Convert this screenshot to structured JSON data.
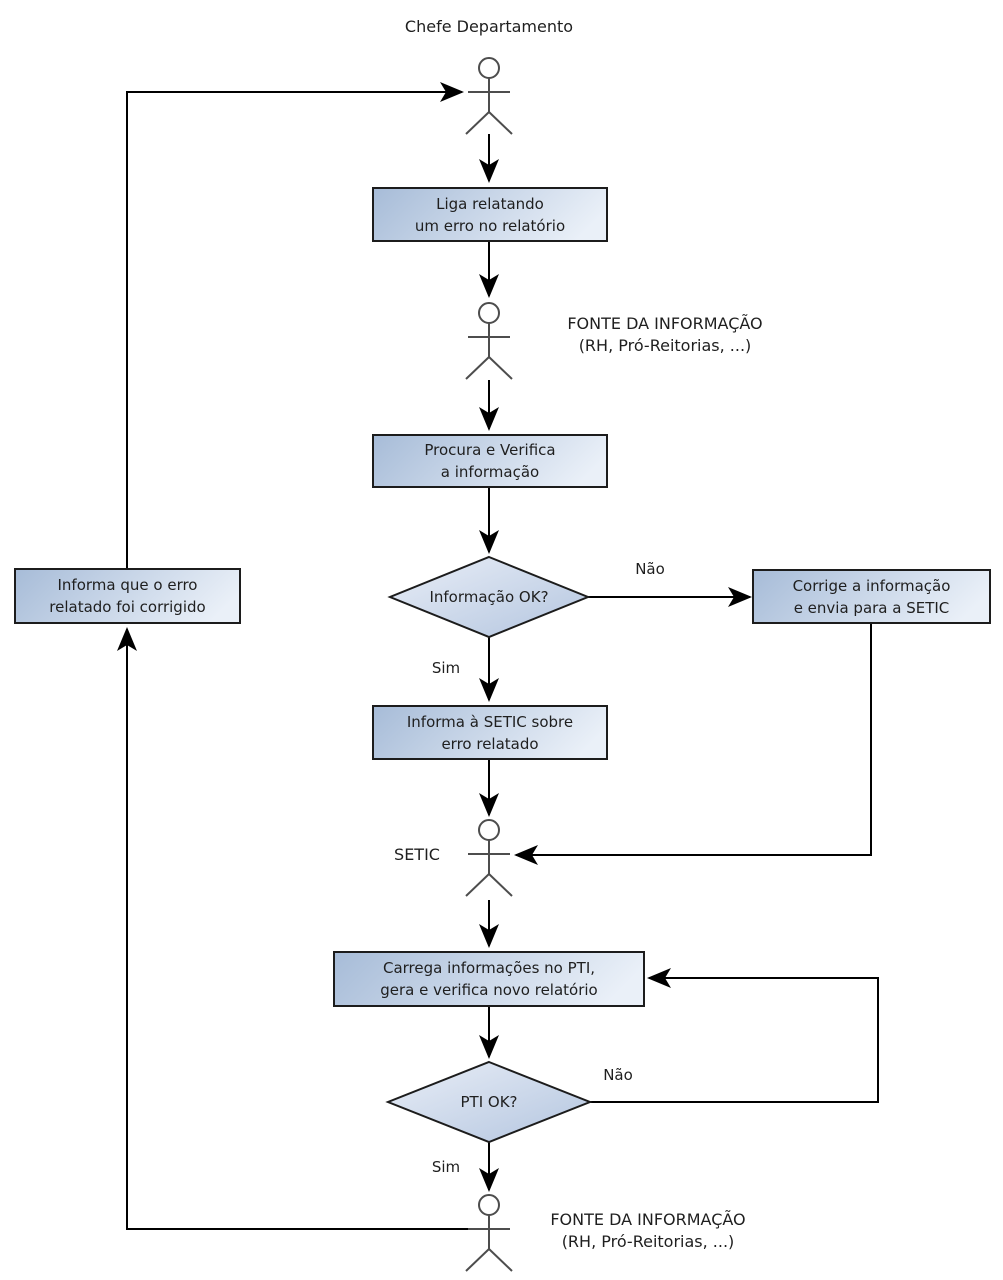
{
  "colors": {
    "background": "#ffffff",
    "box_fill_dark": "#a7bcd8",
    "box_fill_light": "#eaf0f8",
    "diamond_fill_light": "#e9eef7",
    "diamond_fill_dark": "#b3c5df",
    "shape_border": "#1c1c1c",
    "connector": "#000000",
    "actor_stroke": "#4d4d4d",
    "text": "#1f1f1f"
  },
  "diagram": {
    "title": "Chefe Departamento",
    "actors": {
      "fonte1": {
        "label_line1": "FONTE DA INFORMAÇÃO",
        "label_line2": "(RH, Pró-Reitorias, ...)"
      },
      "setic": {
        "label": "SETIC"
      },
      "fonte2": {
        "label_line1": "FONTE DA INFORMAÇÃO",
        "label_line2": "(RH, Pró-Reitorias, ...)"
      }
    },
    "processes": {
      "liga": {
        "line1": "Liga relatando",
        "line2": "um erro no relatório"
      },
      "procura": {
        "line1": "Procura e Verifica",
        "line2": "a informação"
      },
      "corrige": {
        "line1": "Corrige a informação",
        "line2": "e envia para a SETIC"
      },
      "informa_setic": {
        "line1": "Informa à SETIC sobre",
        "line2": "erro relatado"
      },
      "carrega": {
        "line1": "Carrega informações no PTI,",
        "line2": "gera e verifica novo relatório"
      },
      "informa_corrigido": {
        "line1": "Informa que o erro",
        "line2": "relatado foi corrigido"
      }
    },
    "decisions": {
      "informacao_ok": {
        "label": "Informação OK?",
        "yes": "Sim",
        "no": "Não"
      },
      "pti_ok": {
        "label": "PTI OK?",
        "yes": "Sim",
        "no": "Não"
      }
    }
  }
}
